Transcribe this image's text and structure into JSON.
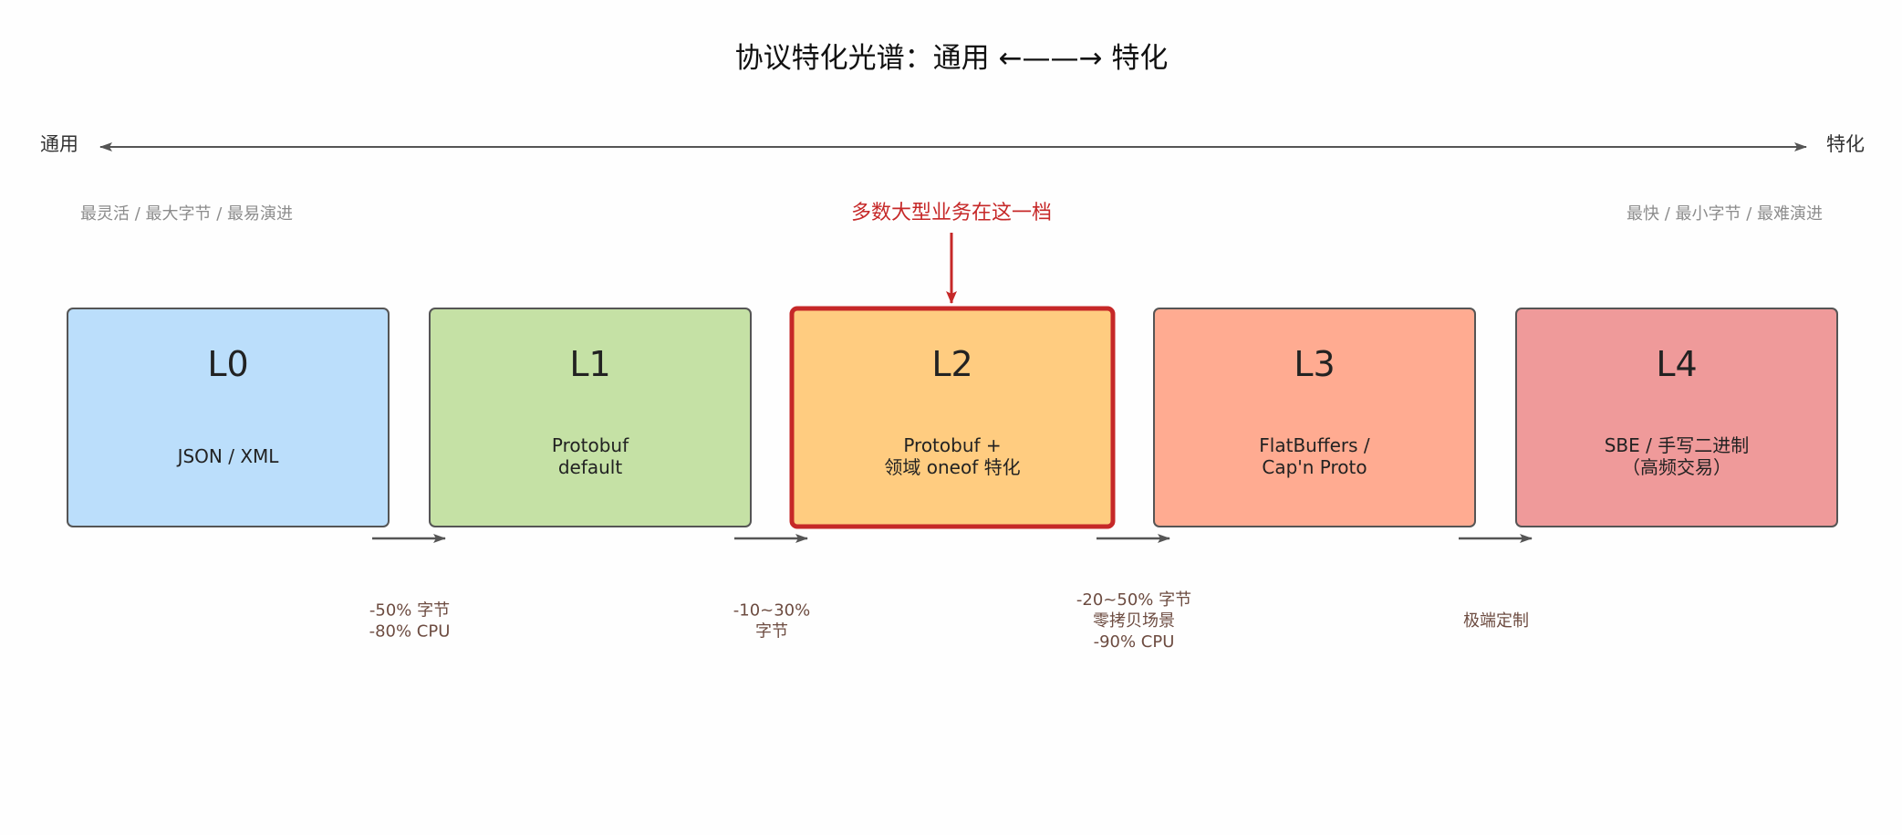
{
  "title": "协议特化光谱：通用 ←——→ 特化",
  "axis": {
    "left_label": "通用",
    "right_label": "特化"
  },
  "notes": {
    "left": "最灵活 / 最大字节 / 最易演进",
    "right": "最快 / 最小字节 / 最难演进",
    "highlight": "多数大型业务在这一档"
  },
  "levels": [
    {
      "id": "L0",
      "lines": [
        "JSON / XML"
      ],
      "color": "#bbdefb",
      "highlight": false
    },
    {
      "id": "L1",
      "lines": [
        "Protobuf",
        "default"
      ],
      "color": "#c5e1a5",
      "highlight": false
    },
    {
      "id": "L2",
      "lines": [
        "Protobuf +",
        "领域 oneof 特化"
      ],
      "color": "#ffcc80",
      "highlight": true
    },
    {
      "id": "L3",
      "lines": [
        "FlatBuffers /",
        "Cap'n Proto"
      ],
      "color": "#ffab91",
      "highlight": false
    },
    {
      "id": "L4",
      "lines": [
        "SBE / 手写二进制",
        "（高频交易）"
      ],
      "color": "#ef9a9a",
      "highlight": false
    }
  ],
  "transitions": [
    {
      "lines": [
        "-50% 字节",
        "-80% CPU"
      ]
    },
    {
      "lines": [
        "-10~30%",
        "字节"
      ]
    },
    {
      "lines": [
        "-20~50% 字节",
        "零拷贝场景",
        "-90% CPU"
      ]
    },
    {
      "lines": [
        "极端定制"
      ]
    }
  ],
  "colors": {
    "highlight_border": "#c62828",
    "box_border": "#555555",
    "arrow": "#555555",
    "gain_text": "#6d4c41"
  }
}
